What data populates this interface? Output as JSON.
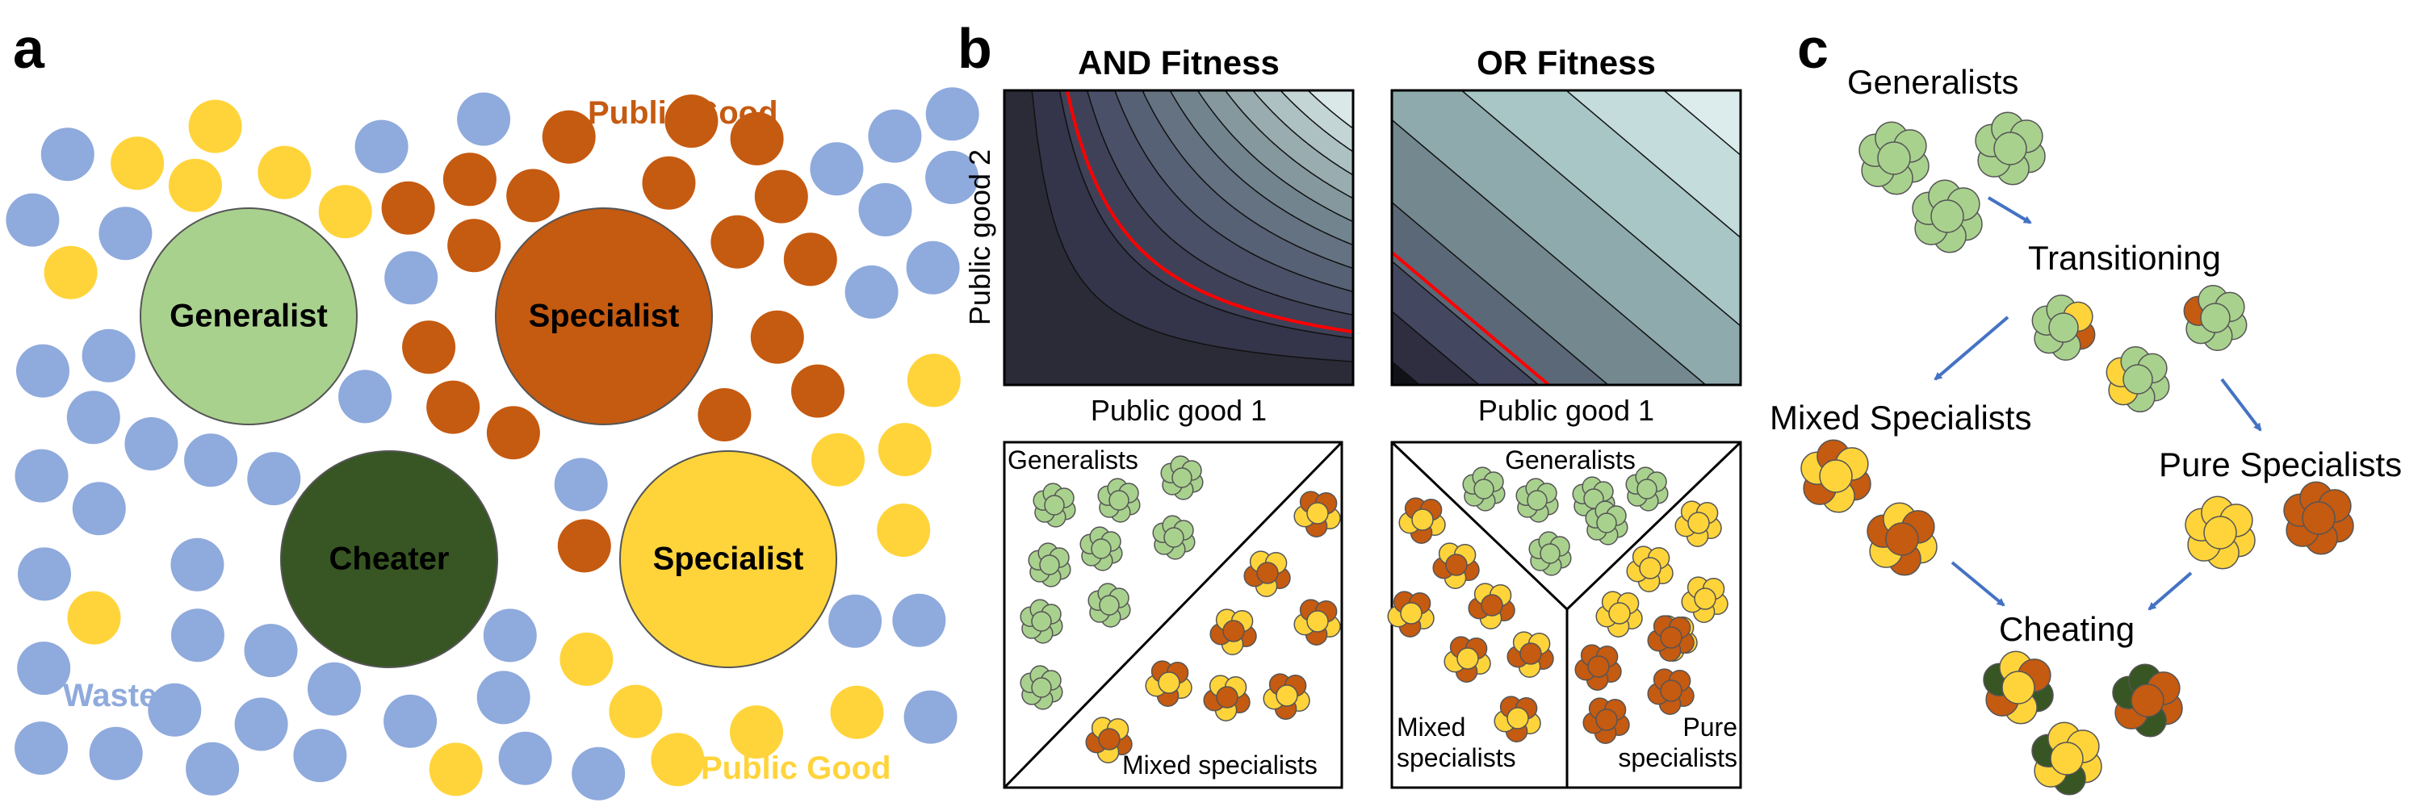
{
  "panel_labels": {
    "a": "a",
    "b": "b",
    "c": "c"
  },
  "panel_a": {
    "cells": {
      "generalist": "Generalist",
      "specialist_orange": "Specialist",
      "cheater": "Cheater",
      "specialist_yellow": "Specialist"
    },
    "molecules": {
      "public_good_orange": "Public Good",
      "waste": "Waste",
      "public_good_yellow": "Public Good"
    }
  },
  "panel_b": {
    "and_title": "AND Fitness",
    "or_title": "OR Fitness",
    "y_axis": "Public good 2",
    "x_axis_left": "Public good 1",
    "x_axis_right": "Public good 1",
    "and_regions": {
      "generalists": "Generalists",
      "mixed": "Mixed specialists"
    },
    "or_regions": {
      "generalists": "Generalists",
      "mixed_l1": "Mixed",
      "mixed_l2": "specialists",
      "pure_l1": "Pure",
      "pure_l2": "specialists"
    }
  },
  "panel_c": {
    "generalists": "Generalists",
    "transitioning": "Transitioning",
    "mixed_specialists": "Mixed Specialists",
    "pure_specialists": "Pure Specialists",
    "cheating": "Cheating"
  },
  "colors": {
    "waste": "#8faadc",
    "public_good_orange": "#c55a11",
    "public_good_yellow": "#ffd43b",
    "generalist": "#a9d18e",
    "cheater": "#375623",
    "arrow": "#4472c4",
    "threshold": "#ff0000"
  }
}
